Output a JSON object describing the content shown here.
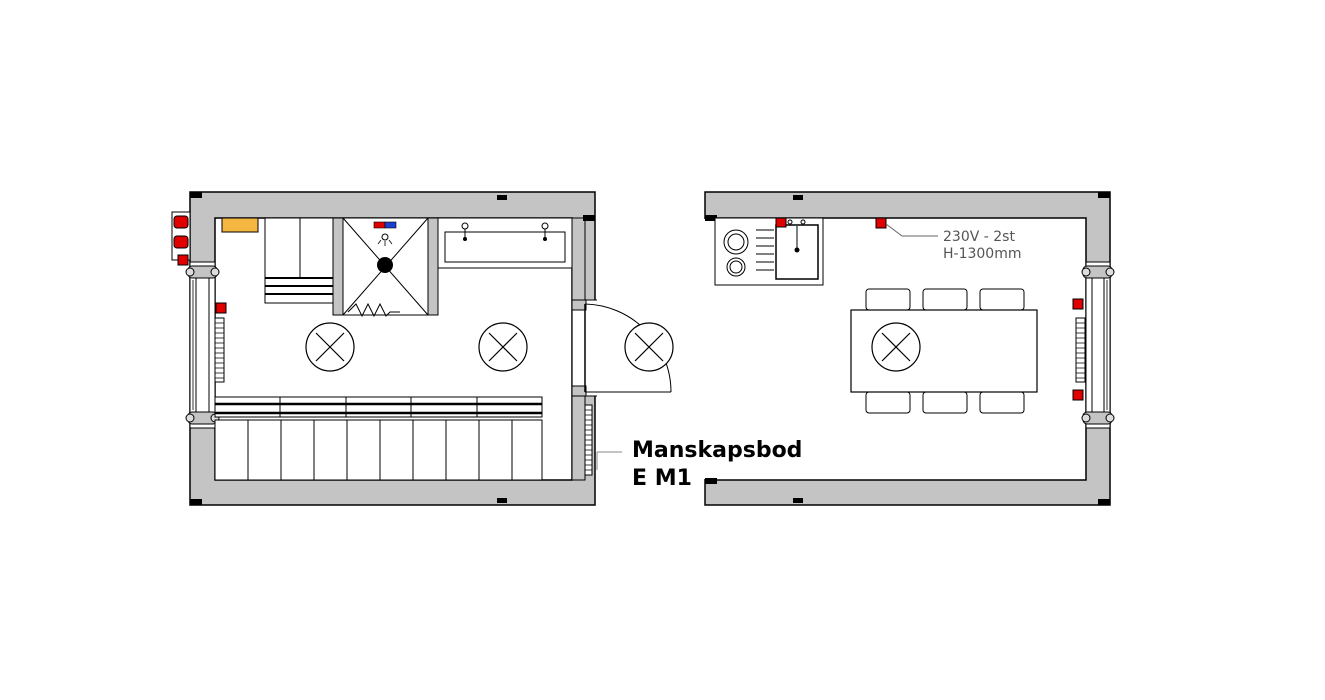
{
  "title": {
    "line1": "Manskapsbod",
    "line2": "E M1"
  },
  "outlet_note": {
    "line1": "230V - 2st",
    "line2": "H-1300mm"
  },
  "colors": {
    "wall": "#c4c4c4",
    "outlet": "#e00000",
    "panel": "#f5b642",
    "line": "#000000"
  },
  "icons": [
    "ceiling-light-icon",
    "shower-icon",
    "sink-icon",
    "stove-icon",
    "door-swing-icon",
    "radiator-icon",
    "window-icon",
    "outlet-icon",
    "electrical-panel-icon",
    "locker-icon",
    "bench-icon",
    "table-icon",
    "chair-icon"
  ]
}
